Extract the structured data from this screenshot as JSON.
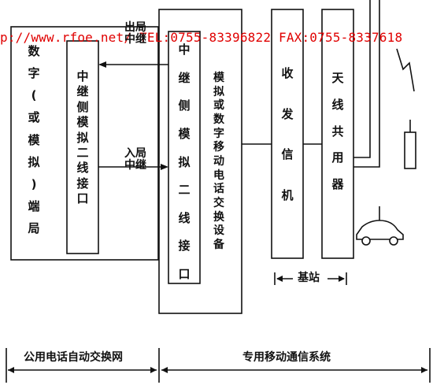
{
  "watermark": "p://www.rfoe.net/ TEL:0755-83396822 FAX:0755-8337618",
  "blocks": {
    "terminal_office": "数字(或模拟)端局",
    "trunk_side_analog_interface_1": "中继侧模拟二线接口",
    "trunk_side_analog_interface_2": "中继侧模拟二线接口",
    "mobile_switching": "模拟或数字移动电话交换设备",
    "transceiver": "收发信机",
    "antenna_combiner": "天线共用器"
  },
  "labels": {
    "outgoing_trunk": [
      "出局",
      "中继"
    ],
    "incoming_trunk": [
      "入局",
      "中继"
    ],
    "base_station": "基站"
  },
  "networks": {
    "pstn": "公用电话自动交换网",
    "private_mobile": "专用移动通信系统"
  }
}
